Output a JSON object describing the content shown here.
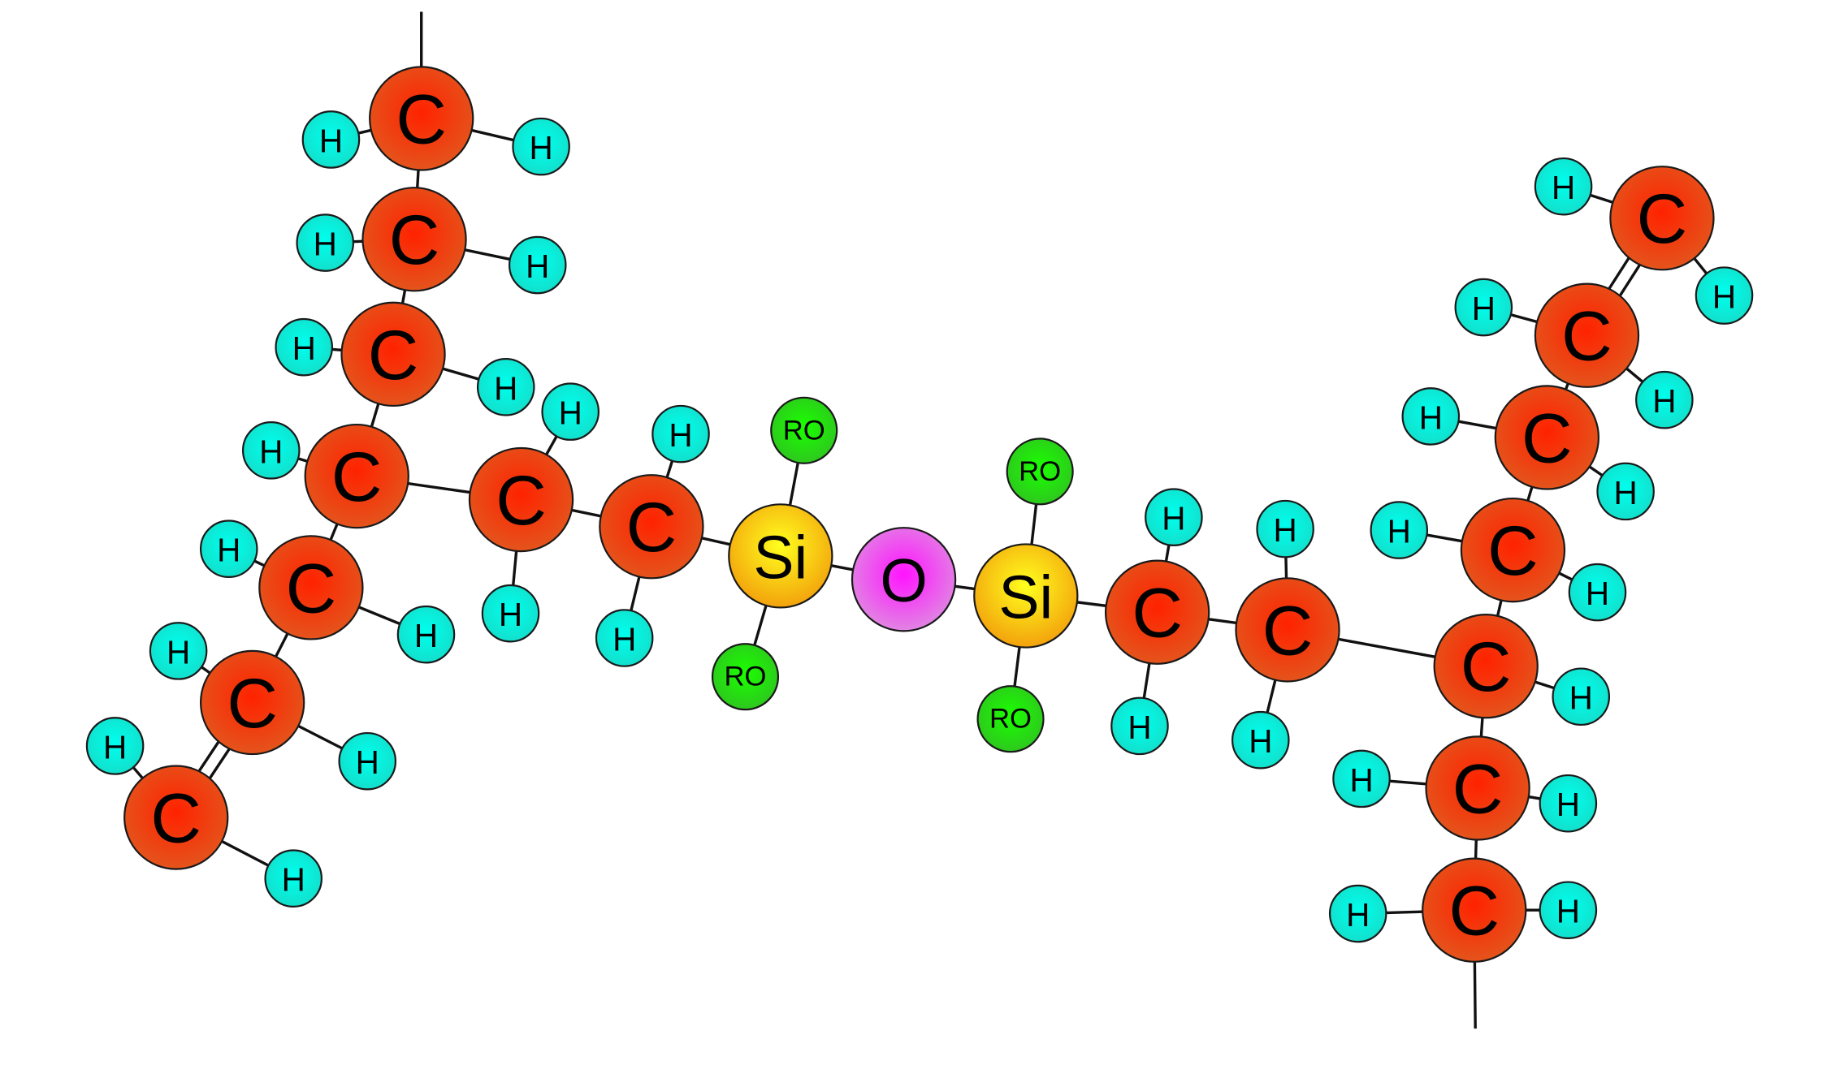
{
  "elements": {
    "C": {
      "label": "C",
      "fill_center": "#ff2200",
      "fill_edge": "#e4541c"
    },
    "Si": {
      "label": "Si",
      "fill_center": "#ffff1e",
      "fill_edge": "#f3a20c"
    },
    "O": {
      "label": "O",
      "fill_center": "#ff14ff",
      "fill_edge": "#e184e3"
    },
    "H": {
      "label": "H",
      "fill_center": "#00ffee",
      "fill_edge": "#12e0cc"
    },
    "RO": {
      "label": "RO",
      "fill_center": "#1aff00",
      "fill_edge": "#2ec81e"
    }
  },
  "colors": {
    "bond": "#111111",
    "atom_outline": "#1a1a1a",
    "background": "#ffffff"
  }
}
